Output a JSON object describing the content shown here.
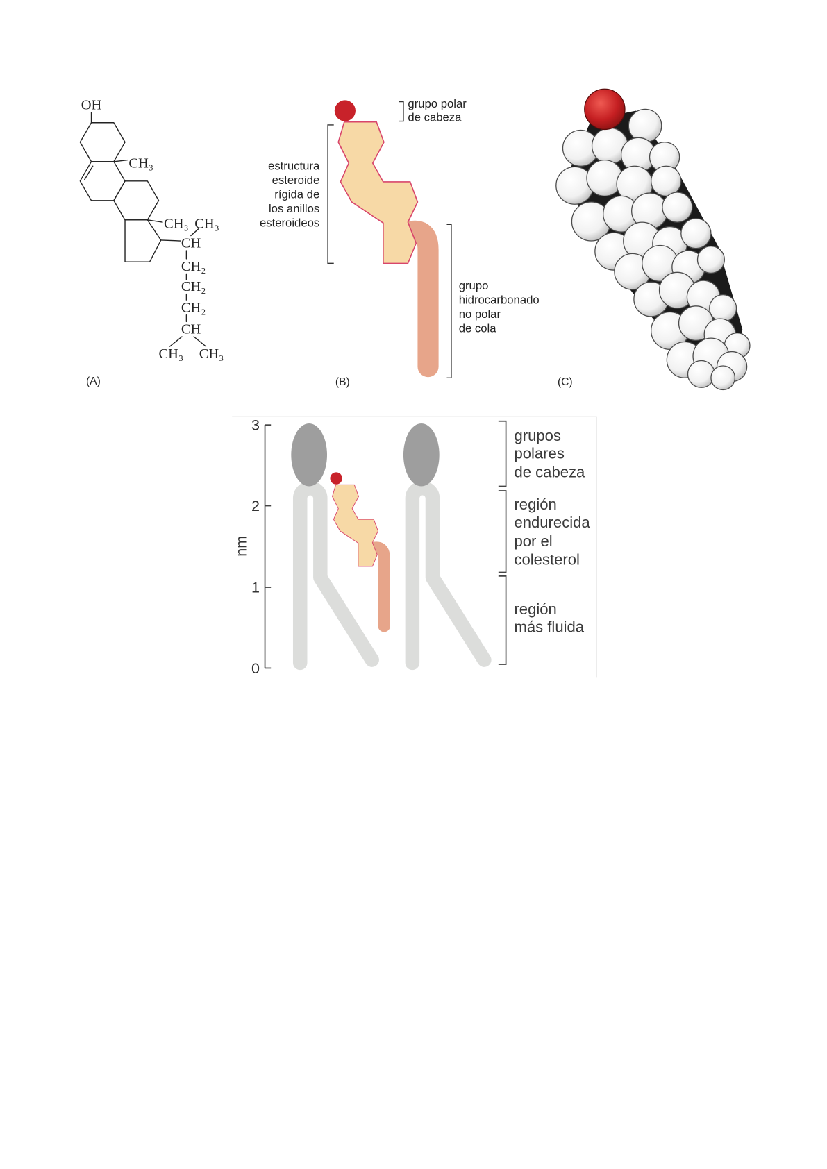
{
  "panel_a": {
    "label": "(A)",
    "hydroxyl": "OH",
    "methyl_ring_ab": "CH₃",
    "methyl_ring_cd": "CH₃",
    "chain": {
      "methyl_top": "CH₃",
      "ch_1": "CH",
      "ch2_1": "CH₂",
      "ch2_2": "CH₂",
      "ch2_3": "CH₂",
      "ch_2": "CH",
      "methyl_left": "CH₃",
      "methyl_right": "CH₃"
    }
  },
  "panel_b": {
    "label": "(B)",
    "polar_head": [
      "grupo polar",
      "de cabeza"
    ],
    "steroid_rings": [
      "estructura",
      "esteroide",
      "rígida de",
      "los anillos",
      "esteroideos"
    ],
    "nonpolar_tail": [
      "grupo",
      "hidrocarbonado",
      "no polar",
      "de cola"
    ]
  },
  "panel_c": {
    "label": "(C)"
  },
  "bilayer": {
    "axis": {
      "label": "nm",
      "ticks": [
        "0",
        "1",
        "2",
        "3"
      ]
    },
    "regions": [
      [
        "grupos",
        "polares",
        "de cabeza"
      ],
      [
        "región",
        "endurecida",
        "por el",
        "colesterol"
      ],
      [
        "región",
        "más fluida"
      ]
    ]
  },
  "colors": {
    "oxygen_red": "#c8222a",
    "steroid_fill": "#f7d9a6",
    "steroid_outline": "#d8456b",
    "tail_salmon": "#e7a58a",
    "lipid_head": "#9e9e9e",
    "lipid_tail": "#dcdddb"
  }
}
